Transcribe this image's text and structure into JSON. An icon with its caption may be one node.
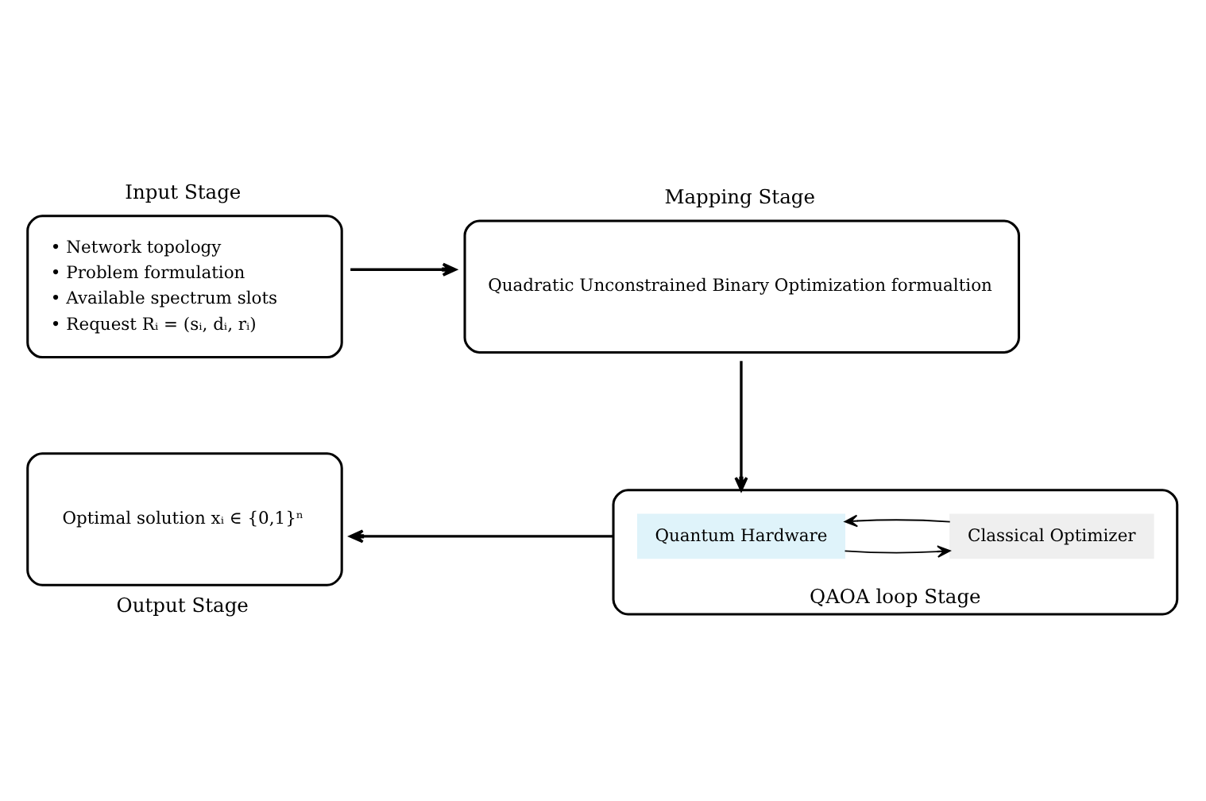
{
  "diagram": {
    "nodes": [
      {
        "text": [
          "Input Stage",
          "• Network topology",
          "• Problem formulation",
          "• Available spectrum slots",
          "• Request Rᵢ = (sᵢ, dᵢ, rᵢ)"
        ]
      },
      {
        "text": [
          "Mapping Stage",
          "Quadratic Unconstrained Binary Optimization formualtion"
        ]
      },
      {
        "text": [
          "QAOA loop Stage"
        ]
      },
      {
        "text": [
          "Quantum Hardware"
        ],
        "in": 2
      },
      {
        "text": [
          "Classical Optimizer"
        ],
        "in": 2
      },
      {
        "text": [
          "Optimal solution xᵢ ∈ {0,1}ⁿ",
          "Output Stage"
        ]
      }
    ],
    "edges": [
      {
        "from": 0,
        "to": 1,
        "arrow": "to"
      },
      {
        "from": 1,
        "to": 2,
        "arrow": "to"
      },
      {
        "from": 3,
        "to": 4,
        "arrow": "to"
      },
      {
        "from": 4,
        "to": 3,
        "arrow": "to"
      },
      {
        "from": 2,
        "to": 5,
        "arrow": "to"
      }
    ]
  }
}
